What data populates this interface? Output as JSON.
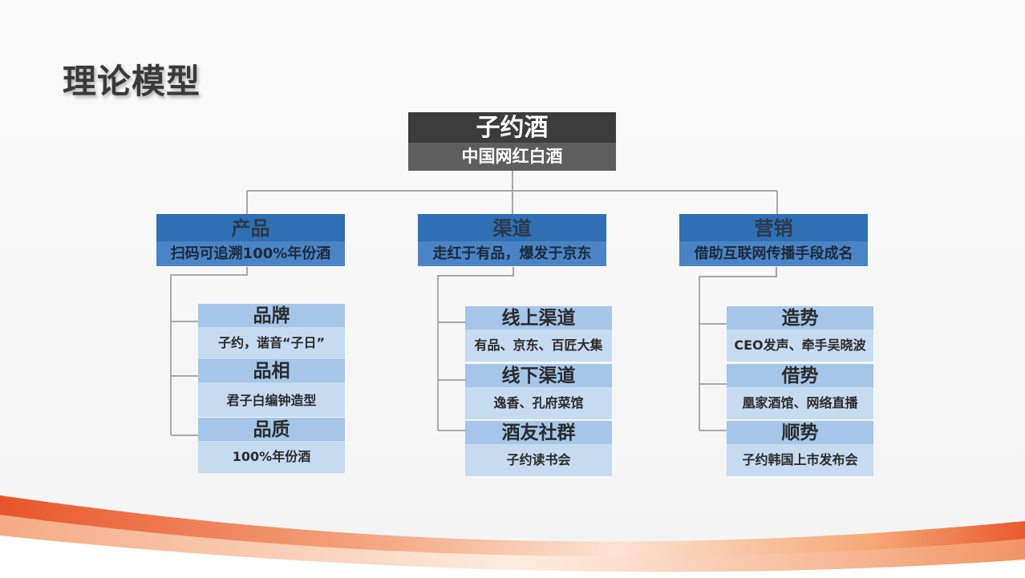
{
  "slide": {
    "title": "理论模型"
  },
  "root": {
    "title": "子约酒",
    "subtitle": "中国网红白酒"
  },
  "categories": [
    {
      "title": "产品",
      "subtitle": "扫码可追溯100%年份酒",
      "items": [
        {
          "title": "品牌",
          "desc": "子约，谐音“子日”"
        },
        {
          "title": "品相",
          "desc": "君子白编钟造型"
        },
        {
          "title": "品质",
          "desc": "100%年份酒"
        }
      ]
    },
    {
      "title": "渠道",
      "subtitle": "走红于有品，爆发于京东",
      "items": [
        {
          "title": "线上渠道",
          "desc": "有品、京东、百匠大集"
        },
        {
          "title": "线下渠道",
          "desc": "逸香、孔府菜馆"
        },
        {
          "title": "酒友社群",
          "desc": "子约读书会"
        }
      ]
    },
    {
      "title": "营销",
      "subtitle": "借助互联网传播手段成名",
      "items": [
        {
          "title": "造势",
          "desc": "CEO发声、牵手吴晓波"
        },
        {
          "title": "借势",
          "desc": "凰家酒馆、网络直播"
        },
        {
          "title": "顺势",
          "desc": "子约韩国上市发布会"
        }
      ]
    }
  ],
  "colors": {
    "root_top": "#3c3c3c",
    "root_bottom": "#5e5e5e",
    "category_top": "#2f6fb3",
    "category_bottom": "#4a84c4",
    "item_top": "#a5c6e8",
    "item_bottom": "#c6dbf0",
    "connector": "#a8a8a8",
    "wave": "#e8552a"
  }
}
